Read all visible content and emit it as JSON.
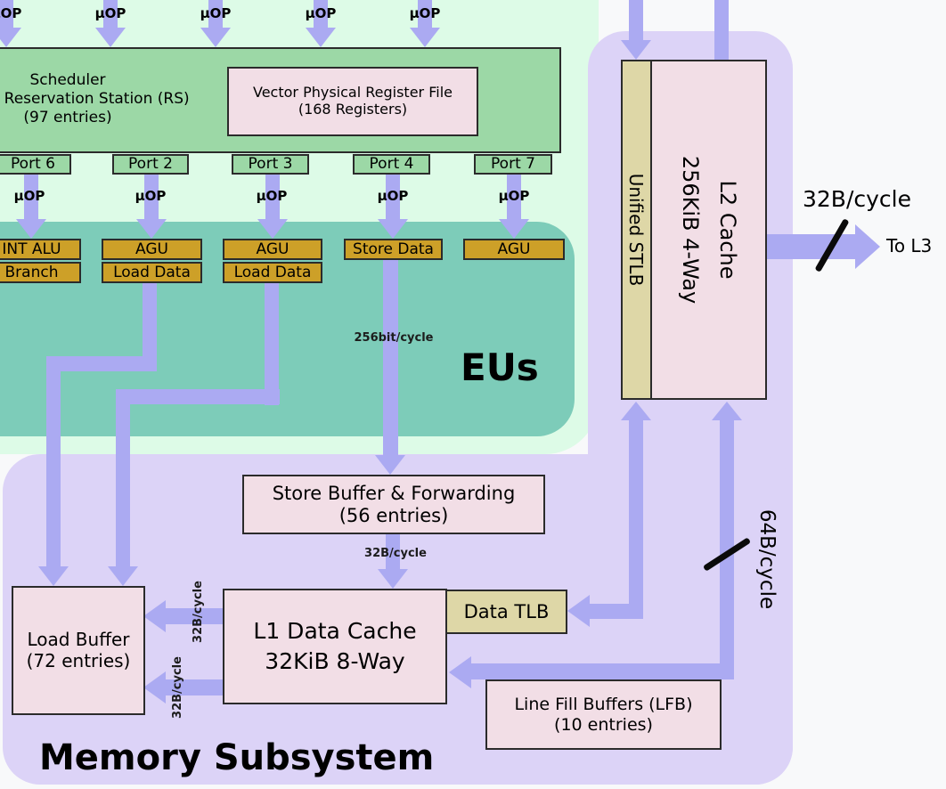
{
  "colors": {
    "background": "#f8f9fa",
    "front_end_green": "#ddfbe7",
    "eu_teal": "#7dccb9",
    "memory_purple": "#dcd3f7",
    "arrow_purple": "#abaaf2",
    "scheduler_green": "#9cd8a6",
    "eu_gold": "#cda028",
    "buffer_pink": "#f2dee6",
    "tlb_tan": "#ded7a7",
    "border_dark": "#2b2b2b"
  },
  "top_row": {
    "uop_labels": [
      "μOP",
      "μOP",
      "μOP",
      "μOP",
      "μOP"
    ]
  },
  "scheduler": {
    "lines": [
      "Scheduler",
      "Unified Reservation Station (RS)",
      "(97 entries)"
    ]
  },
  "vector_register_file": {
    "lines": [
      "Vector Physical Register File",
      "(168 Registers)"
    ]
  },
  "ports": {
    "labels": [
      "Port 6",
      "Port 2",
      "Port 3",
      "Port 4",
      "Port 7"
    ],
    "uop_labels": [
      "μOP",
      "μOP",
      "μOP",
      "μOP",
      "μOP"
    ]
  },
  "execution_units": {
    "title": "EUs",
    "units": [
      [
        "INT ALU",
        "Branch"
      ],
      [
        "AGU",
        "Load Data"
      ],
      [
        "AGU",
        "Load Data"
      ],
      [
        "Store Data"
      ],
      [
        "AGU"
      ]
    ],
    "store_data_bandwidth": "256bit/cycle"
  },
  "memory_subsystem": {
    "title": "Memory Subsystem",
    "store_buffer": [
      "Store Buffer & Forwarding",
      "(56 entries)"
    ],
    "store_buffer_to_l1_bandwidth": "32B/cycle",
    "load_buffer": [
      "Load Buffer",
      "(72 entries)"
    ],
    "l1_cache": [
      "L1 Data Cache",
      "32KiB 8-Way"
    ],
    "l1_to_load_buffer_bandwidths": [
      "32B/cycle",
      "32B/cycle"
    ],
    "data_tlb": "Data TLB",
    "line_fill_buffers": [
      "Line Fill Buffers (LFB)",
      "(10 entries)"
    ],
    "l2_to_l1_bandwidth": "64B/cycle"
  },
  "l2_complex": {
    "stlb_label": "Unified STLB",
    "l2_lines": [
      "L2 Cache",
      "256KiB 4-Way"
    ]
  },
  "l3_interface": {
    "bandwidth": "32B/cycle",
    "target": "To L3"
  }
}
